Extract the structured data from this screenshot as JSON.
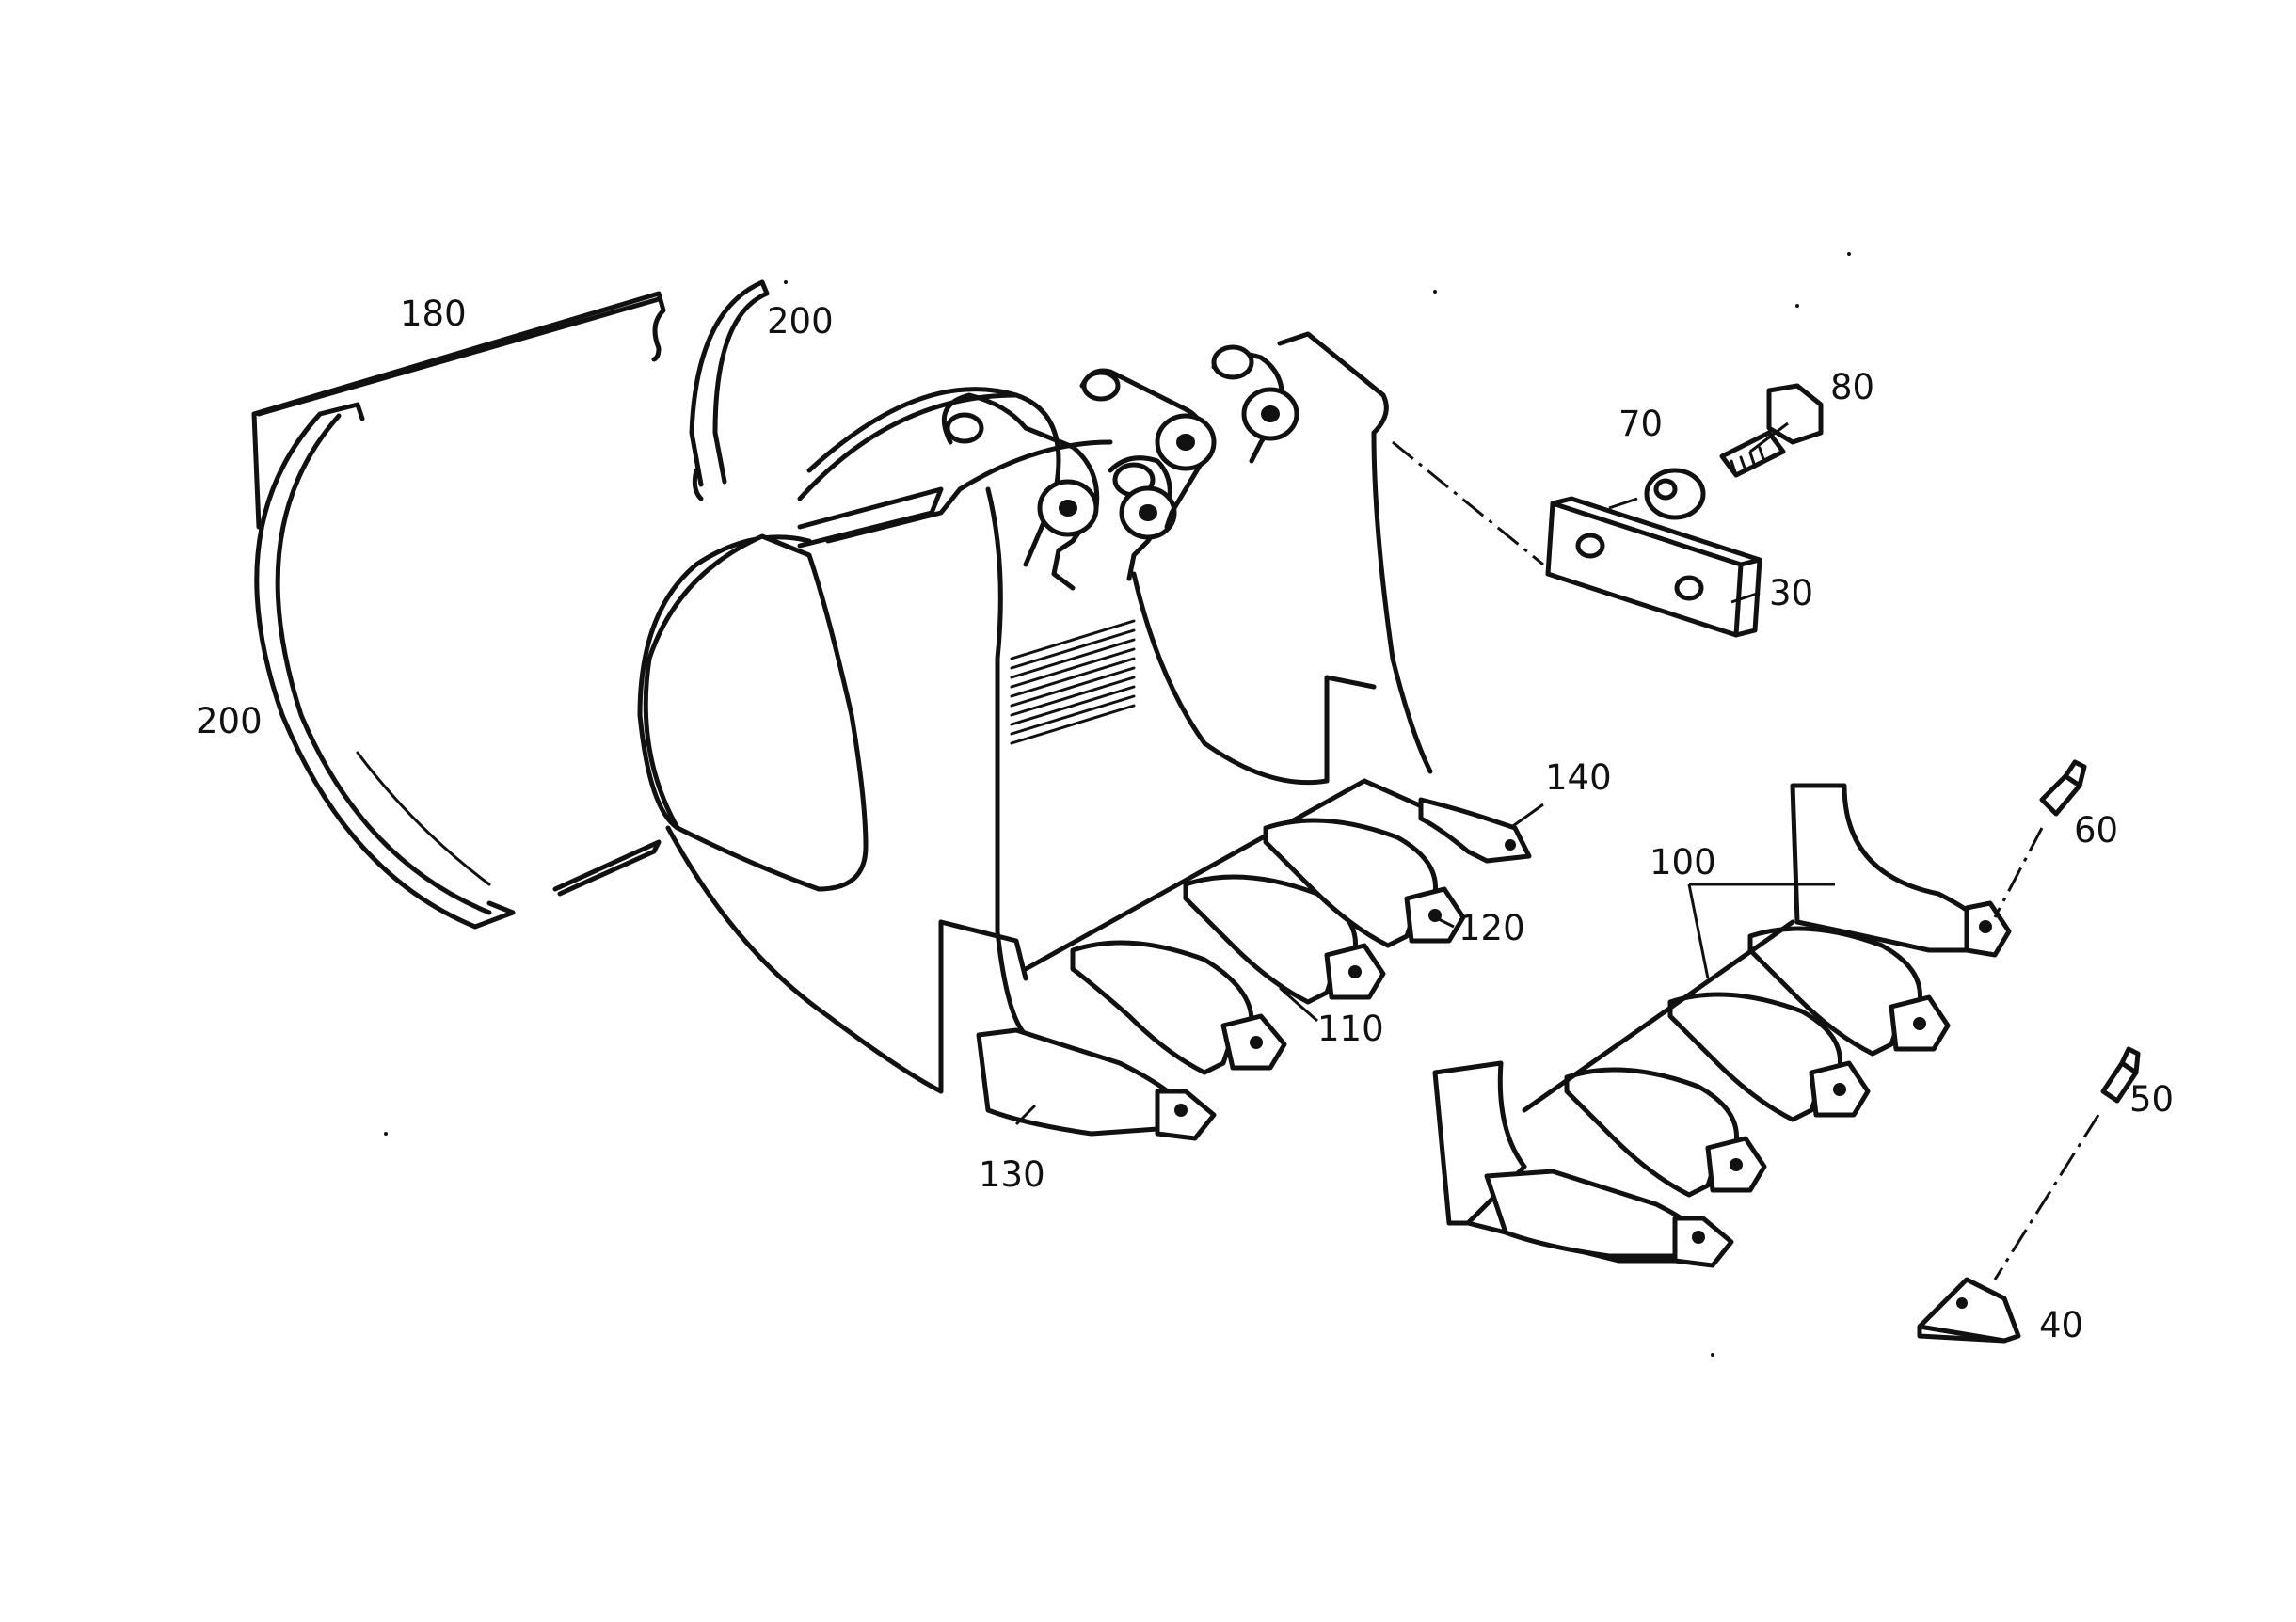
{
  "callouts": {
    "p180": "180",
    "p200_top": "200",
    "p200_left": "200",
    "p80": "80",
    "p70": "70",
    "p30": "30",
    "p140": "140",
    "p60": "60",
    "p100": "100",
    "p120": "120",
    "p110": "110",
    "p50": "50",
    "p130": "130",
    "p40": "40"
  }
}
